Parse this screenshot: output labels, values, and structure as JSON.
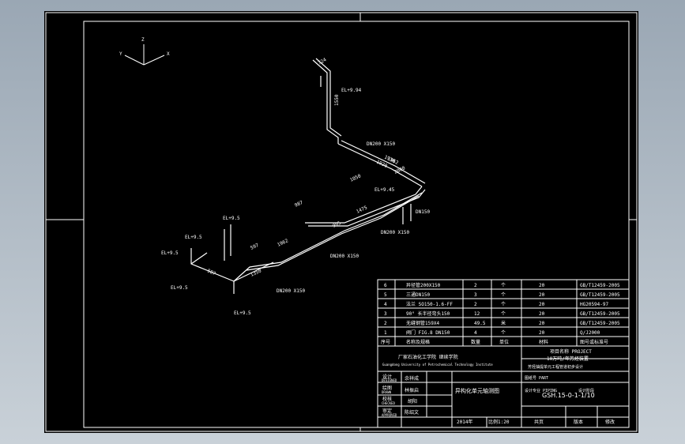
{
  "axes": {
    "z": "Z",
    "y": "Y",
    "x": "X"
  },
  "dims": {
    "d1": "724",
    "d2": "1550",
    "d3": "1920",
    "d4": "1930",
    "d5": "1962",
    "d6": "2000",
    "d7": "1050",
    "d8": "987",
    "d9": "1475",
    "d10": "1350",
    "d11": "597",
    "d12": "587",
    "d13": "1962",
    "d14": "995"
  },
  "labels": {
    "el1": "EL+9.94",
    "el2": "DN200 X150",
    "el3": "EL+9.45",
    "el4": "DN150",
    "el5": "DN200 X150",
    "el6": "DN200 X150",
    "el7": "EL+9.5",
    "el8": "EL+9.5",
    "el9": "EL+9.5",
    "el10": "EL+9.5",
    "el11": "DN200 X150",
    "el12": "EL+9.5"
  },
  "table": {
    "rows": [
      {
        "no": "6",
        "name": "异径管200X150",
        "qty": "2",
        "unit": "个",
        "mat": "20",
        "std": "GB/T12459-2005"
      },
      {
        "no": "5",
        "name": "三通DN150",
        "qty": "3",
        "unit": "个",
        "mat": "20",
        "std": "GB/T12459-2005"
      },
      {
        "no": "4",
        "name": "法兰 SO150-1.6-FF",
        "qty": "2",
        "unit": "个",
        "mat": "20",
        "std": "HG20594-97"
      },
      {
        "no": "3",
        "name": "90° 长半径弯头150",
        "qty": "12",
        "unit": "个",
        "mat": "20",
        "std": "GB/T12459-2005"
      },
      {
        "no": "2",
        "name": "无缝钢管159X4",
        "qty": "49.5",
        "unit": "米",
        "mat": "20",
        "std": "GB/T12459-2005"
      },
      {
        "no": "1",
        "name": "阀门 FIG.8 DN150",
        "qty": "4",
        "unit": "个",
        "mat": "20",
        "std": "Q/J2000"
      }
    ],
    "header": {
      "no": "序号",
      "name": "名称及规格",
      "qty": "数量",
      "unit": "单位",
      "mat": "材料",
      "std": "图号或标准号"
    },
    "company": "厂家石油化工学院  继续学院",
    "company_en": "Guangdong University of Petrochemical Technology  Institute",
    "project_label": "项目名称 PROJECT",
    "project_name": "10万吨/年芳烃装置",
    "project_sub": "芳烃抽提单元工程管道初步设计",
    "item_label": "图纸号 PART",
    "design_label": "设计专业 PIPING",
    "stage_label": "设计阶段",
    "drawing_title": "异构化单元轴测图",
    "drawing_no": "GSH.15-0-1-1/10",
    "designer_label": "设计",
    "designer_en": "DESIGNED",
    "designer": "余祥成",
    "drawn_label": "绘图",
    "drawn_en": "DRAWN",
    "drawer": "林振启",
    "check_label": "校核",
    "check_en": "CHECKED",
    "checker": "胡阳",
    "approve_label": "审定",
    "approve_en": "APPROVED",
    "approver": "陈绍文",
    "date": "2014年",
    "scale": "比例1:20",
    "sheet": "共页",
    "version": "版本",
    "rev": "修改"
  },
  "colors": {
    "background": "#000000",
    "line": "#ffffff",
    "frame": "#b9c3cc"
  }
}
